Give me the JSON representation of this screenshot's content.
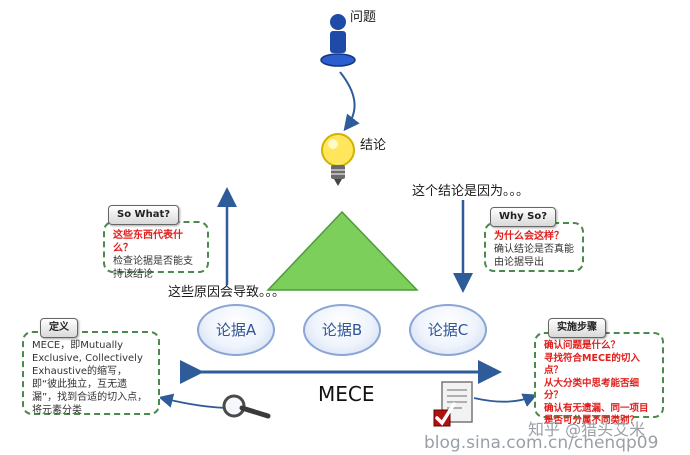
{
  "labels": {
    "question": "问题",
    "conclusion": "结论",
    "because": "这个结论是因为。。。",
    "causes": "这些原因会导致。。。",
    "mece": "MECE"
  },
  "arguments": [
    "论据A",
    "论据B",
    "论据C"
  ],
  "so_what": {
    "tab": "So What?",
    "question": "这些东西代表什么？",
    "body": "检查论据是否能支持该结论"
  },
  "why_so": {
    "tab": "Why So?",
    "question": "为什么会这样？",
    "body": "确认结论是否真能由论据导出"
  },
  "definition": {
    "tab": "定义",
    "body": "MECE，即Mutually Exclusive, Collectively Exhaustive的缩写，即“彼此独立，互无遗漏”，找到合适的切入点，将元素分类"
  },
  "steps": {
    "tab": "实施步骤",
    "items": [
      "确认问题是什么？",
      "寻找符合MECE的切入点？",
      "从大分类中思考能否细分？",
      "确认有无遗漏、同一项目是否可分属不同类别？"
    ]
  },
  "watermark": {
    "zhihu": "知乎 @猎头艾米",
    "blog": "blog.sina.com.cn/chenqp09"
  },
  "colors": {
    "arrow": "#2e5c99",
    "triangle": "#7dcf5c",
    "card_border": "#4a8a4a",
    "highlight": "#e0201e"
  }
}
